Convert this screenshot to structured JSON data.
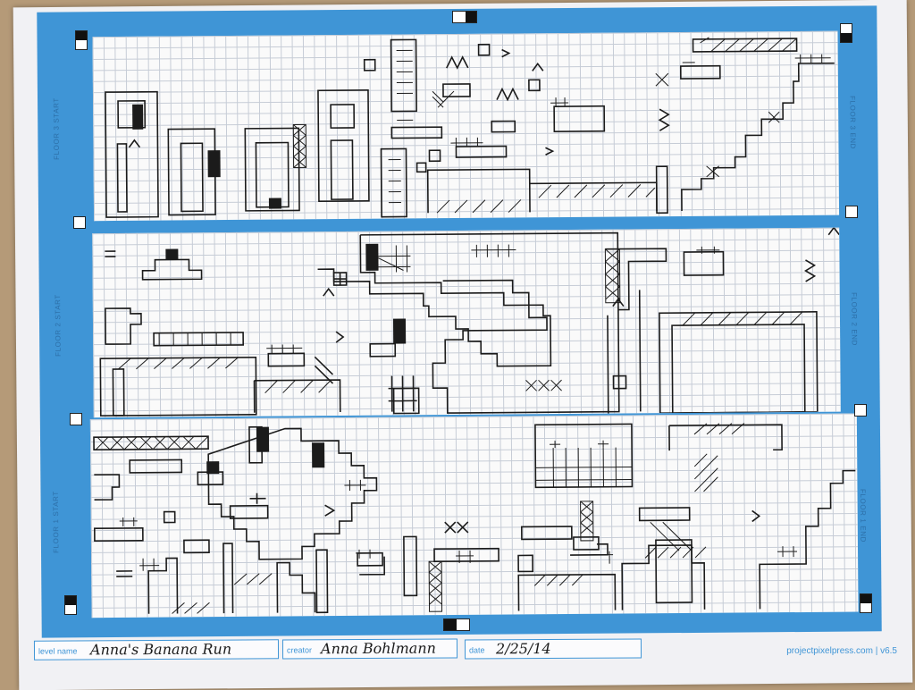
{
  "sheet": {
    "floor_labels": [
      "FLOOR 3 START",
      "FLOOR 3 END",
      "FLOOR 2 START",
      "FLOOR 2 END",
      "FLOOR 1 START",
      "FLOOR 1 END"
    ],
    "fields": {
      "level_name_label": "level name",
      "level_name_value": "Anna's Banana Run",
      "creator_label": "creator",
      "creator_value": "Anna Bohlmann",
      "date_label": "date",
      "date_value": "2/25/14"
    },
    "footer": "projectpixelpress.com | v6.5"
  },
  "colors": {
    "frame_blue": "#3f95d6",
    "grid_line": "#c6ccd6",
    "ink": "#1b1b1b"
  }
}
